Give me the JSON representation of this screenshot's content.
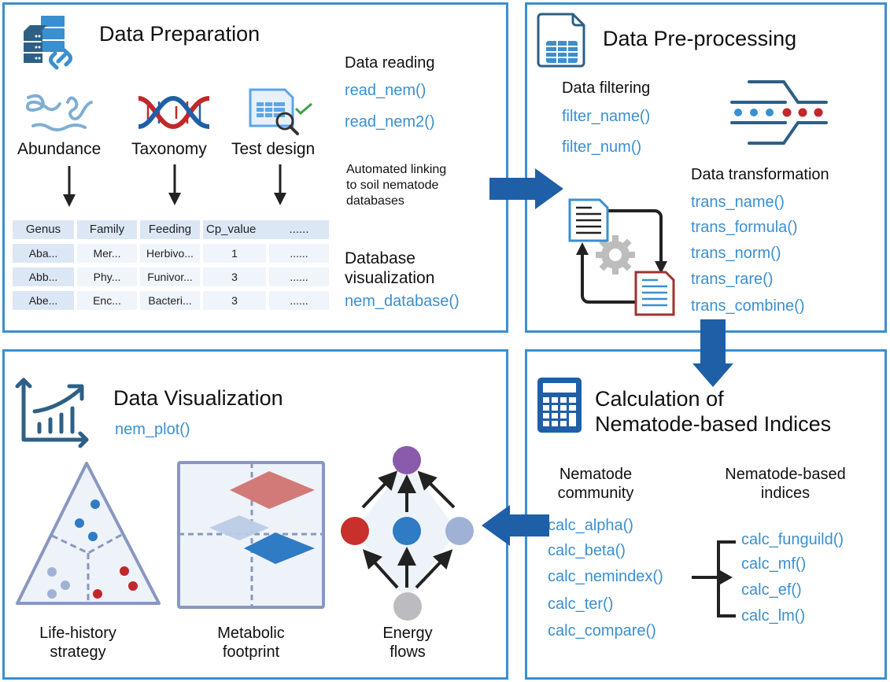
{
  "panels": {
    "preparation": {
      "title": "Data Preparation",
      "inputs": [
        "Abundance",
        "Taxonomy",
        "Test design"
      ],
      "table": {
        "headers": [
          "Genus",
          "Family",
          "Feeding",
          "Cp_value",
          "......"
        ],
        "rows": [
          [
            "Aba...",
            "Mer...",
            "Herbivo...",
            "1",
            "......"
          ],
          [
            "Abb...",
            "Phy...",
            "Funivor...",
            "3",
            "......"
          ],
          [
            "Abe...",
            "Enc...",
            "Bacteri...",
            "3",
            "......"
          ]
        ]
      },
      "reading": {
        "heading": "Data reading",
        "functions": [
          "read_nem()",
          "read_nem2()"
        ]
      },
      "linking_note": [
        "Automated linking",
        "to soil nematode",
        "databases"
      ],
      "db_vis": {
        "heading": [
          "Database",
          "visualization"
        ],
        "function": "nem_database()"
      }
    },
    "preprocessing": {
      "title": "Data Pre-processing",
      "filtering": {
        "heading": "Data filtering",
        "functions": [
          "filter_name()",
          "filter_num()"
        ]
      },
      "transformation": {
        "heading": "Data transformation",
        "functions": [
          "trans_name()",
          "trans_formula()",
          "trans_norm()",
          "trans_rare()",
          "trans_combine()"
        ]
      }
    },
    "calculation": {
      "title": [
        "Calculation of",
        "Nematode-based Indices"
      ],
      "community": {
        "heading": [
          "Nematode",
          "community"
        ],
        "functions": [
          "calc_alpha()",
          "calc_beta()",
          "calc_nemindex()",
          "calc_ter()",
          "calc_compare()"
        ]
      },
      "indices": {
        "heading": [
          "Nematode-based",
          "indices"
        ],
        "functions": [
          "calc_funguild()",
          "calc_mf()",
          "calc_ef()",
          "calc_lm()"
        ]
      }
    },
    "visualization": {
      "title": "Data Visualization",
      "function": "nem_plot()",
      "plots": [
        {
          "label": [
            "Life-history",
            "strategy"
          ]
        },
        {
          "label": [
            "Metabolic",
            "footprint"
          ]
        },
        {
          "label": [
            "Energy",
            "flows"
          ]
        }
      ]
    }
  },
  "colors": {
    "border": "#3a8fd0",
    "function_text": "#3a8fd0",
    "flow_arrow": "#1f5fa8",
    "icon_dark": "#2e5f85",
    "red": "#c0282a",
    "blue": "#2f7bc4",
    "light_blue": "#9fb2d6",
    "purple": "#8a5bab",
    "gray": "#bcbcc0"
  }
}
